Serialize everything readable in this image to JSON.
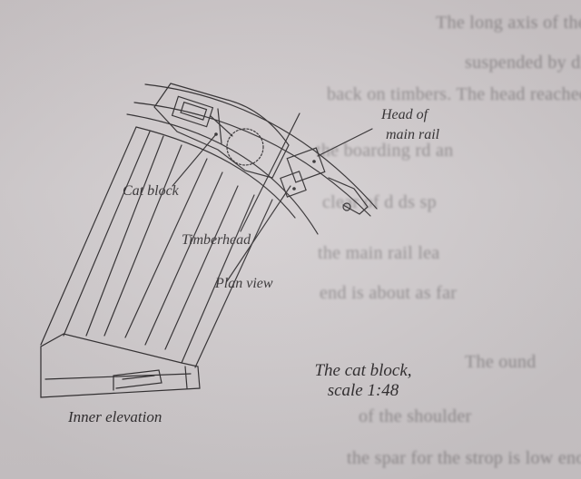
{
  "body_text": [
    "The long axis of the fore yard is some distan",
    "suspended by diagonal arm from the fore r",
    "back on timbers. The head reached back in",
    "the boarding                              rd an",
    "clear of             d           ds sp",
    "the main rail                       lea",
    "end is about as far                    ",
    "",
    "The                        ound",
    "of the           shoulder",
    "the spar for the strop is low enough. Dra"
  ],
  "figure": {
    "labels": {
      "head_of_main_rail": [
        "Head of",
        "main rail"
      ],
      "cat_block": "Cat block",
      "timberhead": "Timberhead",
      "plan_view": "Plan view",
      "inner_elevation": "Inner elevation"
    },
    "title": [
      "The cat block,",
      "scale 1:48"
    ]
  }
}
